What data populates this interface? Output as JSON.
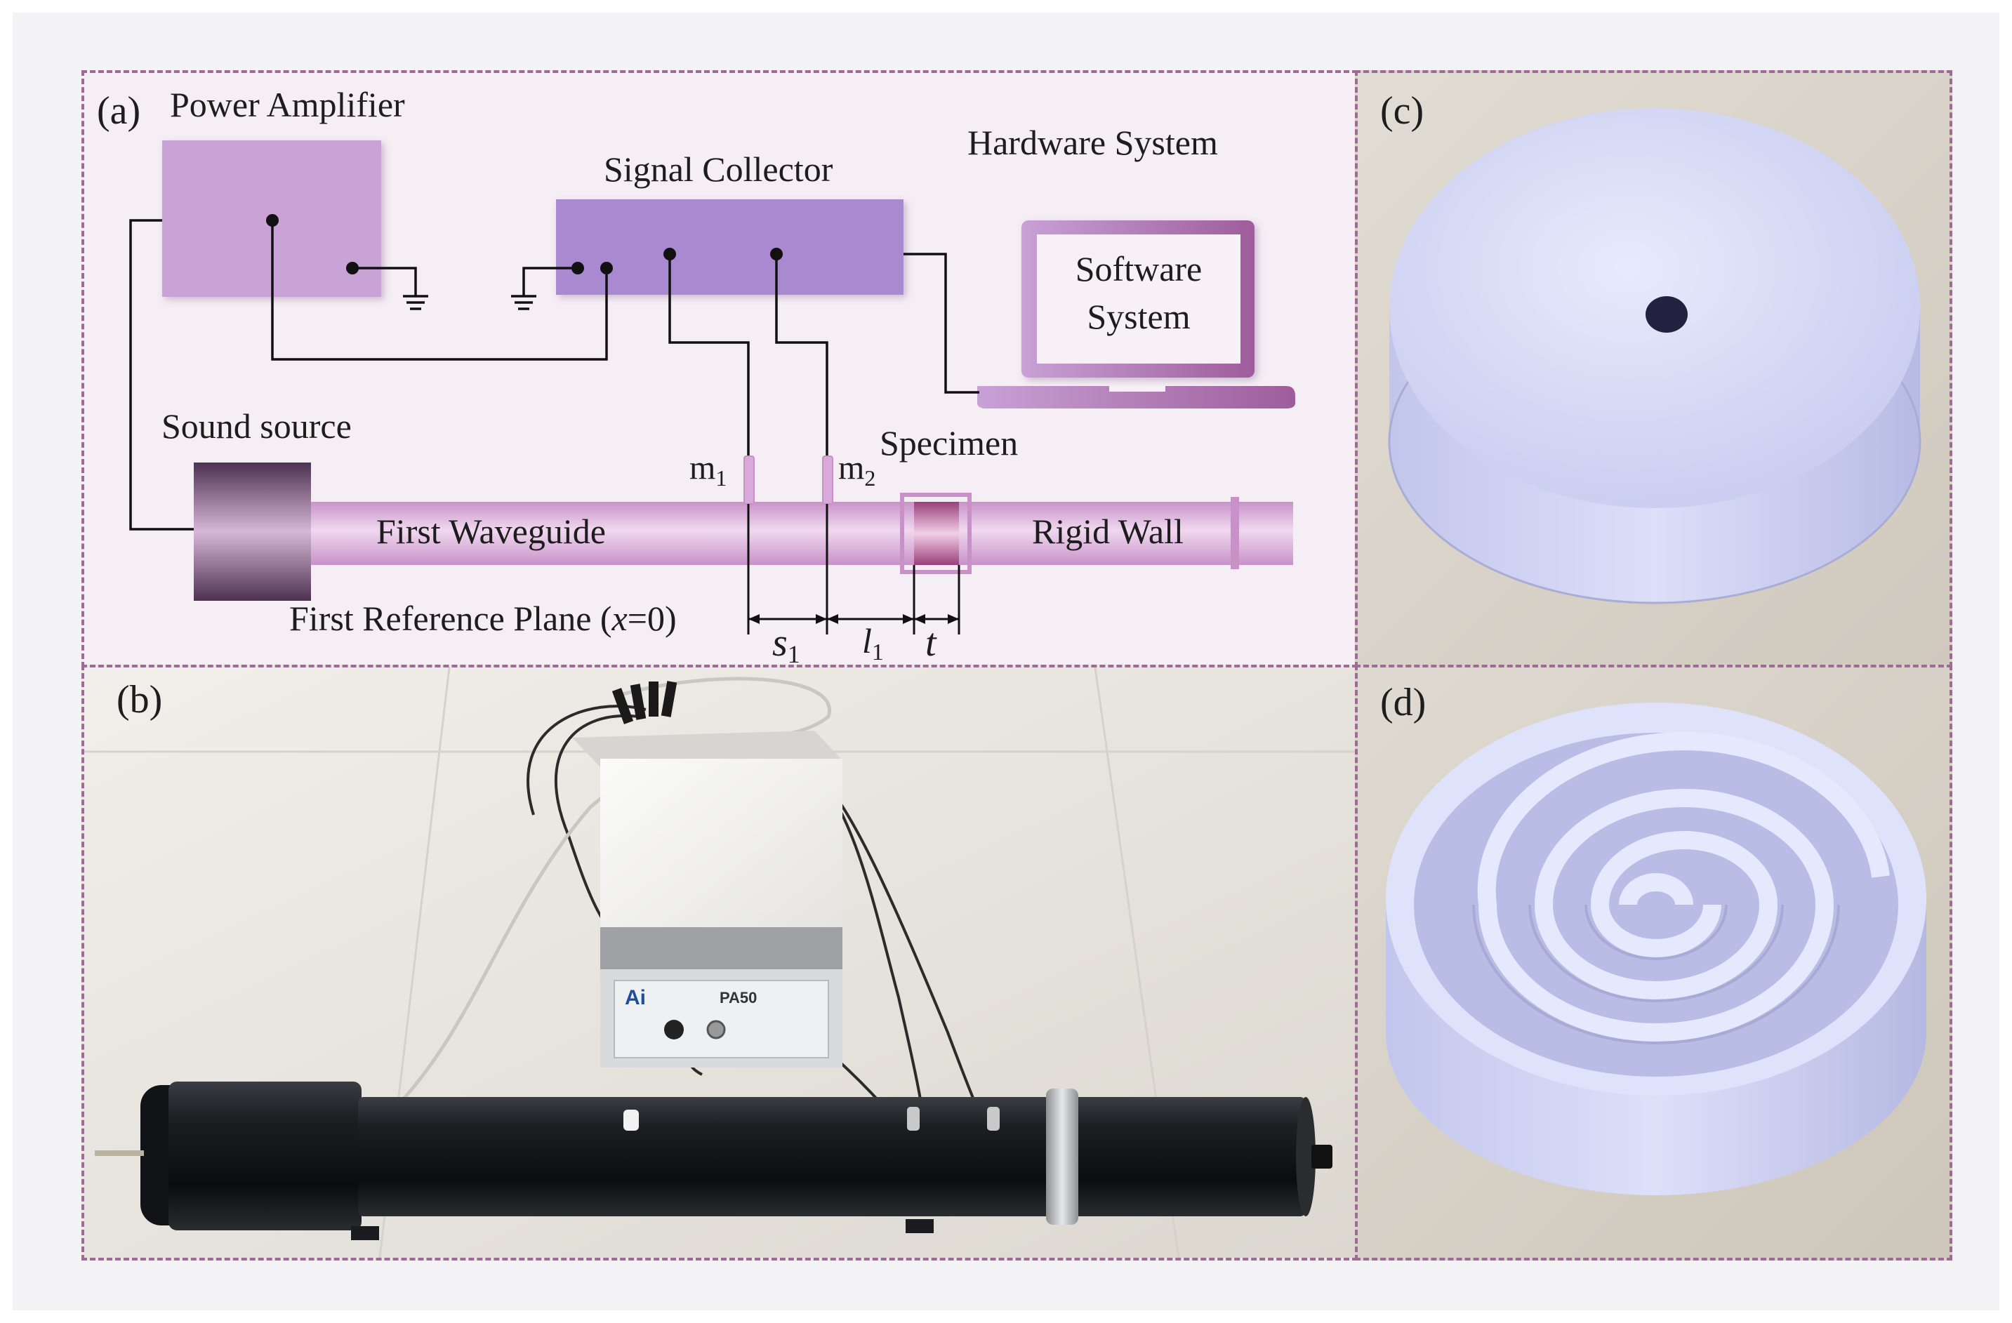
{
  "panel_a": {
    "label": "(a)",
    "power_amplifier": "Power Amplifier",
    "signal_collector": "Signal Collector",
    "hardware_system": "Hardware System",
    "software_line1": "Software",
    "software_line2": "System",
    "sound_source": "Sound source",
    "specimen": "Specimen",
    "first_waveguide": "First Waveguide",
    "rigid_wall": "Rigid Wall",
    "mic1": "m",
    "mic1_sub": "1",
    "mic2": "m",
    "mic2_sub": "2",
    "reference_plane": "First Reference Plane (",
    "reference_var": "x",
    "reference_end": "=0)",
    "dim_s": "s",
    "dim_s_sub": "1",
    "dim_l": "l",
    "dim_l_sub": "1",
    "dim_t": "t"
  },
  "panel_b": {
    "label": "(b)",
    "device_brand": "PA50"
  },
  "panel_c": {
    "label": "(c)"
  },
  "panel_d": {
    "label": "(d)"
  },
  "colors": {
    "border": "#9e6b96",
    "amplifier": "#c9a3d6",
    "collector": "#a98ad0",
    "waveguide": "#d7aad9",
    "laptop": "#b27fc0",
    "specimen_blue": "#cfd3f1"
  }
}
